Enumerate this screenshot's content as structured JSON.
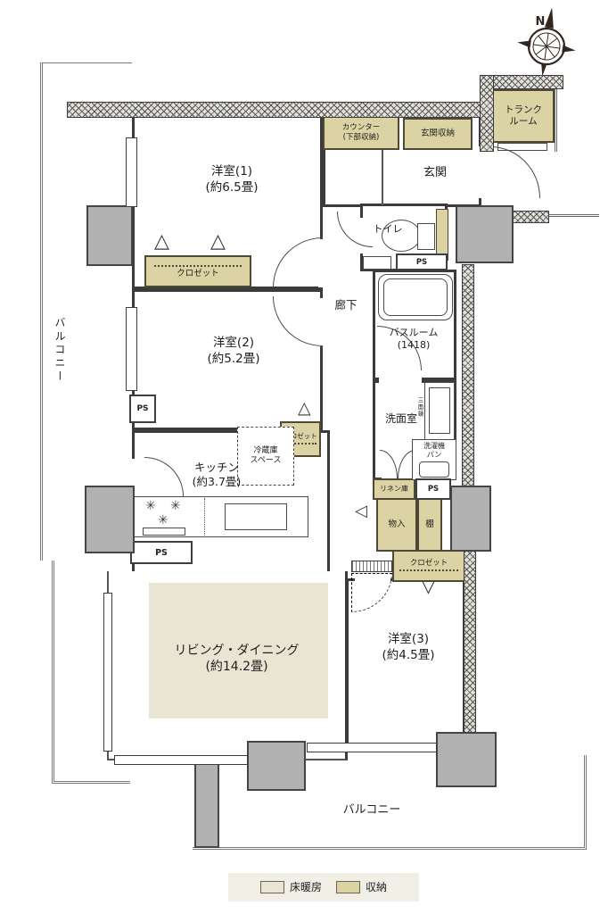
{
  "labels": {
    "bedroom1_name": "洋室(1)",
    "bedroom1_size": "(約6.5畳)",
    "bedroom2_name": "洋室(2)",
    "bedroom2_size": "(約5.2畳)",
    "bedroom3_name": "洋室(3)",
    "bedroom3_size": "(約4.5畳)",
    "living_name": "リビング・ダイニング",
    "living_size": "(約14.2畳)",
    "kitchen_name": "キッチン",
    "kitchen_size": "(約3.7畳)",
    "entrance": "玄関",
    "corridor": "廊下",
    "toilet": "トイレ",
    "bathroom_name": "バスルーム",
    "bathroom_size": "(1418)",
    "washroom": "洗面室",
    "balcony": "バルコニー",
    "trunk_line1": "トランク",
    "trunk_line2": "ルーム",
    "counter_line1": "カウンター",
    "counter_line2": "(下部収納)",
    "entrance_storage": "玄関収納",
    "closet": "クロゼット",
    "fridge_line1": "冷蔵庫",
    "fridge_line2": "スペース",
    "washer_line1": "洗濯機",
    "washer_line2": "パン",
    "linen": "リネン庫",
    "storage_small": "物入",
    "shelf": "棚",
    "mirror": "三面鏡",
    "ps": "PS",
    "north": "N",
    "legend_floor_heating": "床暖房",
    "legend_storage": "収納"
  },
  "colors": {
    "wall": "#3b3b3b",
    "storage_fill": "#dcd3a4",
    "floor_heating_fill": "#eae5d3",
    "column_fill": "#b1b1b1"
  }
}
